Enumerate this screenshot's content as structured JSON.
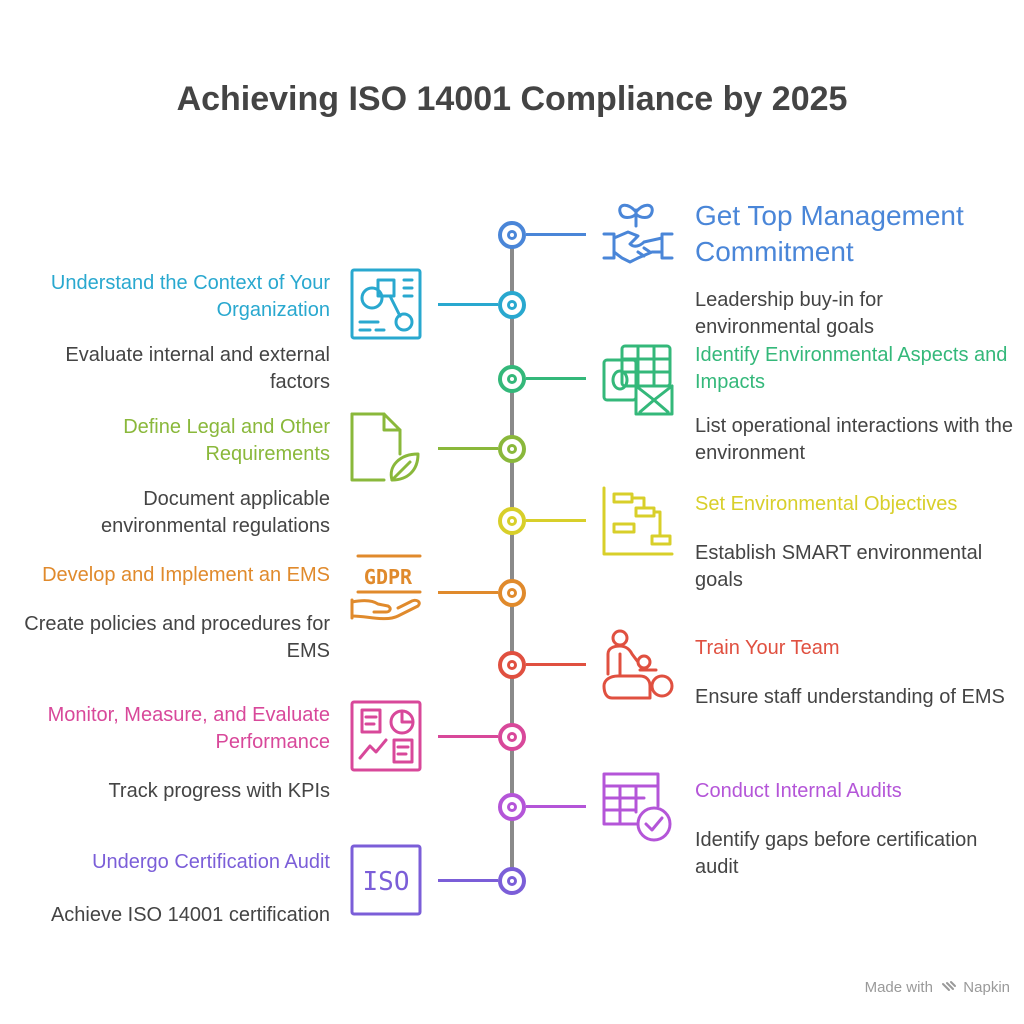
{
  "title": "Achieving ISO 14001 Compliance by 2025",
  "colors": {
    "spine": "#8a8a8a",
    "blue": "#4a86d8",
    "cyan": "#29a8cf",
    "teal": "#34b87a",
    "lime": "#8ab83b",
    "yellow": "#d8cf2a",
    "orange": "#e08a2c",
    "red": "#e05040",
    "pink": "#d8489a",
    "purple": "#b455d8",
    "violet": "#7b5ed8"
  },
  "steps": [
    {
      "title": "Get Top Management Commitment",
      "desc": "Leadership buy-in for environmental goals",
      "icon": "handshake-plant-icon"
    },
    {
      "title": "Understand the Context of Your Organization",
      "desc": "Evaluate internal and external factors",
      "icon": "presentation-board-icon"
    },
    {
      "title": "Identify Environmental Aspects and Impacts",
      "desc": "List operational interactions with the environment",
      "icon": "outlook-grid-icon"
    },
    {
      "title": "Define Legal and Other Requirements",
      "desc": "Document applicable environmental regulations",
      "icon": "document-leaf-icon"
    },
    {
      "title": "Set Environmental Objectives",
      "desc": "Establish SMART environmental goals",
      "icon": "gantt-chart-icon"
    },
    {
      "title": "Develop and Implement an EMS",
      "desc": "Create policies and procedures for EMS",
      "icon": "gdpr-hand-icon",
      "icon_text": "GDPR"
    },
    {
      "title": "Train Your Team",
      "desc": "Ensure staff understanding of EMS",
      "icon": "training-people-icon"
    },
    {
      "title": "Monitor, Measure, and Evaluate Performance",
      "desc": "Track progress with KPIs",
      "icon": "dashboard-icon"
    },
    {
      "title": "Conduct Internal Audits",
      "desc": "Identify gaps before certification audit",
      "icon": "table-check-icon"
    },
    {
      "title": "Undergo Certification Audit",
      "desc": "Achieve ISO 14001 certification",
      "icon": "iso-badge-icon",
      "icon_text": "ISO"
    }
  ],
  "footer": {
    "prefix": "Made with",
    "brand": "Napkin"
  }
}
